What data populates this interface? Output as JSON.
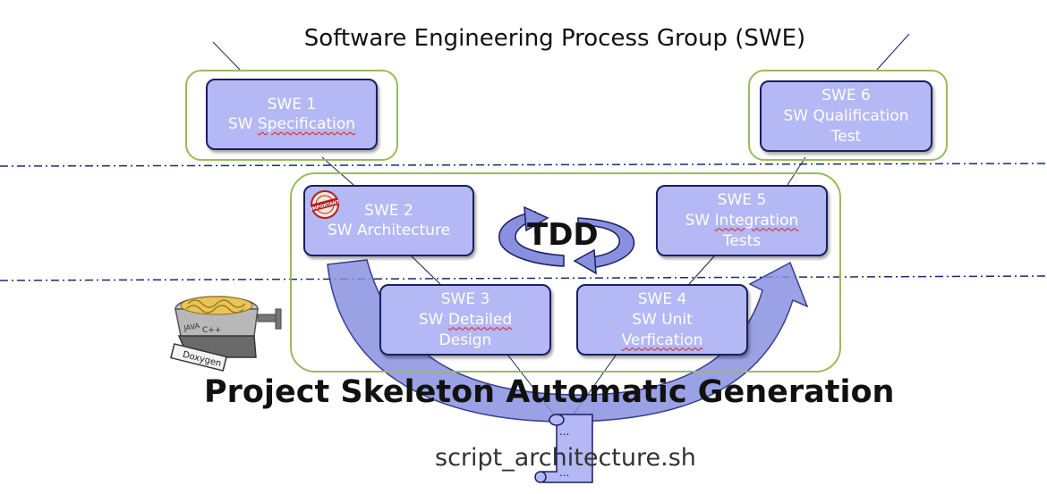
{
  "title": "Software Engineering Process Group (SWE)",
  "steps": {
    "swe1": {
      "line1": "SWE 1",
      "line2_a": "SW ",
      "line2_b": "Specification"
    },
    "swe2": {
      "line1": "SWE 2",
      "line2": "SW Architecture"
    },
    "swe3": {
      "line1": "SWE 3",
      "line2_a": "SW ",
      "line2_b": "Detailed",
      "line3": "Design"
    },
    "swe4": {
      "line1": "SWE 4",
      "line2": "SW Unit",
      "line3": "Verfication"
    },
    "swe5": {
      "line1": "SWE 5",
      "line2_a": "SW ",
      "line2_b": "Integration",
      "line3": "Tests"
    },
    "swe6": {
      "line1": "SWE 6",
      "line2": "SW Qualification",
      "line3": "Test"
    }
  },
  "tdd_label": "TDD",
  "banner": "Project Skeleton Automatic Generation",
  "script_label": "script_architecture.sh",
  "scroll_dots": "...",
  "badge_text": "IMPORTANT",
  "doxygen_label": "Doxygen",
  "doxygen_lang": "C++",
  "doxygen_java": "JAVA",
  "colors": {
    "box_fill": "#b4b8f4",
    "box_border": "#1a1f5e",
    "frame": "#9bbb59",
    "arrow_fill": "#8a90e0",
    "divider": "#1a2a6e"
  }
}
